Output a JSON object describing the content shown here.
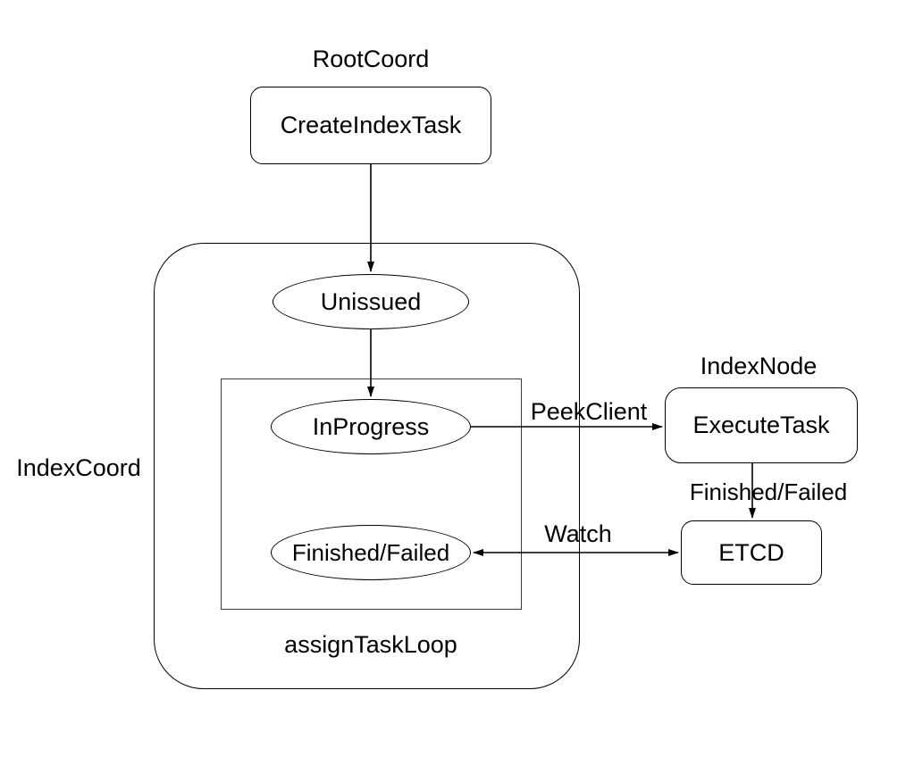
{
  "diagram": {
    "region_labels": {
      "root_coord": "RootCoord",
      "index_coord": "IndexCoord",
      "index_node": "IndexNode",
      "assign_task_loop": "assignTaskLoop"
    },
    "nodes": {
      "create_index_task": "CreateIndexTask",
      "unissued": "Unissued",
      "in_progress": "InProgress",
      "finished_failed": "Finished/Failed",
      "execute_task": "ExecuteTask",
      "etcd": "ETCD"
    },
    "edge_labels": {
      "peek_client": "PeekClient",
      "watch": "Watch",
      "finished_failed": "Finished/Failed"
    },
    "colors": {
      "background": "#ffffff",
      "stroke": "#000000",
      "inner_frame_stroke": "#3b3b3b",
      "text": "#000000"
    }
  }
}
